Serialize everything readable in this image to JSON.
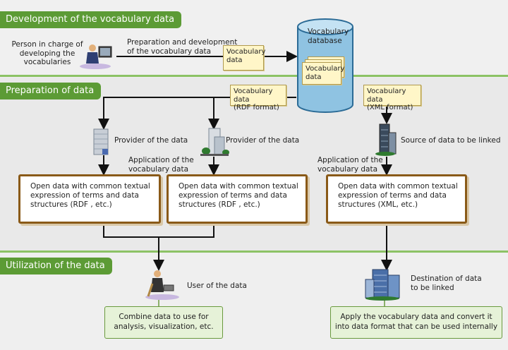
{
  "sections": {
    "development": "Development  of the vocabulary data",
    "preparation": "Preparation of data",
    "utilization": "Utilization of the data"
  },
  "development": {
    "person_label": "Person in charge of\ndeveloping the\nvocabularies",
    "process_label": "Preparation and development\nof the vocabulary data",
    "doc_label": "Vocabulary\ndata",
    "database_label": "Vocabulary\ndatabase",
    "db_doc_label": "Vocabulary\ndata"
  },
  "preparation": {
    "rdf_doc": "Vocabulary data\n(RDF format)",
    "xml_doc": "Vocabulary data\n(XML format)",
    "provider1": "Provider of the data",
    "provider2": "Provider of the data",
    "source": "Source of data to be linked",
    "application1": "Application of the\nvocabulary data",
    "application2": "Application of the\nvocabulary data",
    "card1": "Open data with common textual\nexpression of terms and data\nstructures (RDF , etc.)",
    "card2": "Open data with common textual\nexpression of terms and data\nstructures (RDF , etc.)",
    "card3": "Open data with common textual\nexpression of terms and data\nstructures (XML, etc.)"
  },
  "utilization": {
    "user_label": "User of the data",
    "destination_label": "Destination of data\nto be linked",
    "box1": "Combine data to use for\nanalysis, visualization, etc.",
    "box2": "Apply the vocabulary data and convert it\ninto data format that can be used internally"
  }
}
